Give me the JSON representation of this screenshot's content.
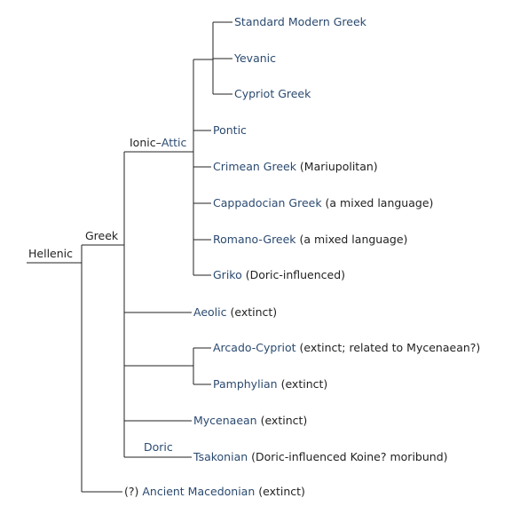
{
  "colors": {
    "link": "#2b4a70",
    "text": "#222222",
    "line": "#222222"
  },
  "tree": {
    "root": "Hellenic",
    "greek": "Greek",
    "ionic": {
      "prefix": "Ionic–",
      "link": "Attic"
    },
    "doric": "Doric",
    "modern_greek": "Standard Modern Greek",
    "yevanic": "Yevanic",
    "cypriot_greek": "Cypriot Greek",
    "pontic": "Pontic",
    "crimean": {
      "link": "Crimean Greek",
      "note": " (Mariupolitan)"
    },
    "cappadocian": {
      "link": "Cappadocian Greek",
      "note": " (a mixed language)"
    },
    "romano": {
      "link": "Romano-Greek",
      "note": " (a mixed language)"
    },
    "griko": {
      "link": "Griko",
      "note": " (Doric-influenced)"
    },
    "aeolic": {
      "link": "Aeolic",
      "note": " (extinct)"
    },
    "arcado": {
      "link": "Arcado-Cypriot",
      "note": " (extinct; related to Mycenaean?)"
    },
    "pamphylian": {
      "link": "Pamphylian",
      "note": " (extinct)"
    },
    "mycenaean": {
      "link": "Mycenaean",
      "note": " (extinct)"
    },
    "tsakonian": {
      "link": "Tsakonian",
      "note": " (Doric-influenced Koine? moribund)"
    },
    "macedonian": {
      "prefix": "(?) ",
      "link": "Ancient Macedonian",
      "note": " (extinct)"
    }
  }
}
